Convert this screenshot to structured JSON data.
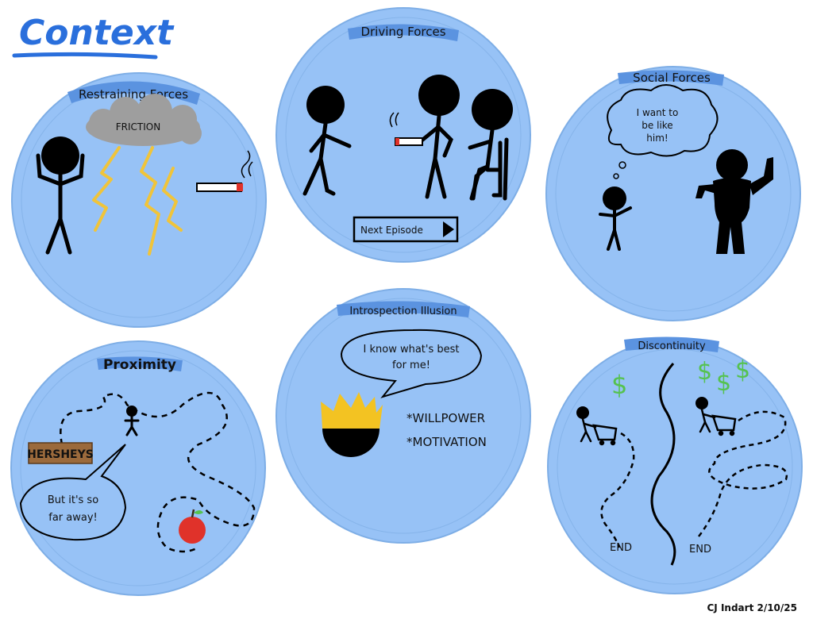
{
  "page": {
    "title": "Context",
    "signature": "CJ Indart  2/10/25"
  },
  "colors": {
    "circle_fill": "#97c2f6",
    "circle_stroke": "#7eaee6",
    "banner": "#5b93e0",
    "title_blue": "#2a6fdc",
    "lightning": "#f0c43a",
    "cloud": "#9e9e9e",
    "money": "#55c24f",
    "apple": "#e0322a",
    "crown": "#f3c322",
    "chocolate": "#9b6a3c"
  },
  "panels": {
    "restraining": {
      "heading": "Restraining Forces",
      "cloud_label": "FRICTION"
    },
    "driving": {
      "heading": "Driving Forces",
      "button_label": "Next Episode"
    },
    "social": {
      "heading": "Social Forces",
      "thought": [
        "I want to",
        "be like",
        "him!"
      ]
    },
    "proximity": {
      "heading": "Proximity",
      "sign": "HERSHEYS",
      "speech": [
        "But it's so",
        "far away!"
      ]
    },
    "introspection": {
      "heading": "Introspection Illusion",
      "speech": [
        "I know what's best",
        "for me!"
      ],
      "list": [
        "*WILLPOWER",
        "*MOTIVATION"
      ]
    },
    "discontinuity": {
      "heading": "Discontinuity",
      "end_left": "END",
      "end_right": "END",
      "dollar": "$"
    }
  }
}
